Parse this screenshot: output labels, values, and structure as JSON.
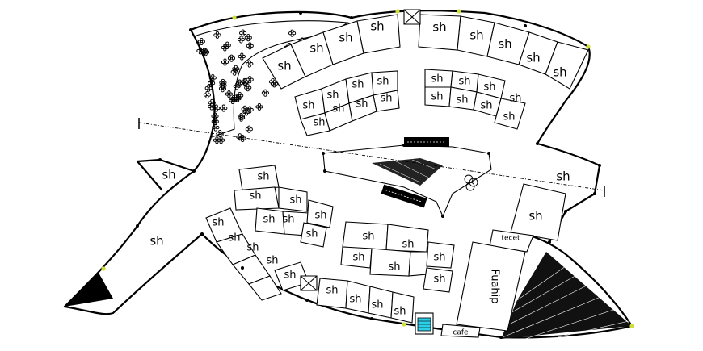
{
  "plan": {
    "shop_label": "sh",
    "cafe_label": "cafe",
    "family_label": "Fuahip",
    "toilet_label": "tecet"
  },
  "colors": {
    "line": "#000000",
    "background": "#ffffff",
    "node_accent": "#cde03a",
    "lift": "#2bd0e8"
  },
  "icons": [
    "planting-symbol",
    "stair-symbol",
    "lift-symbol",
    "bench-symbol"
  ]
}
